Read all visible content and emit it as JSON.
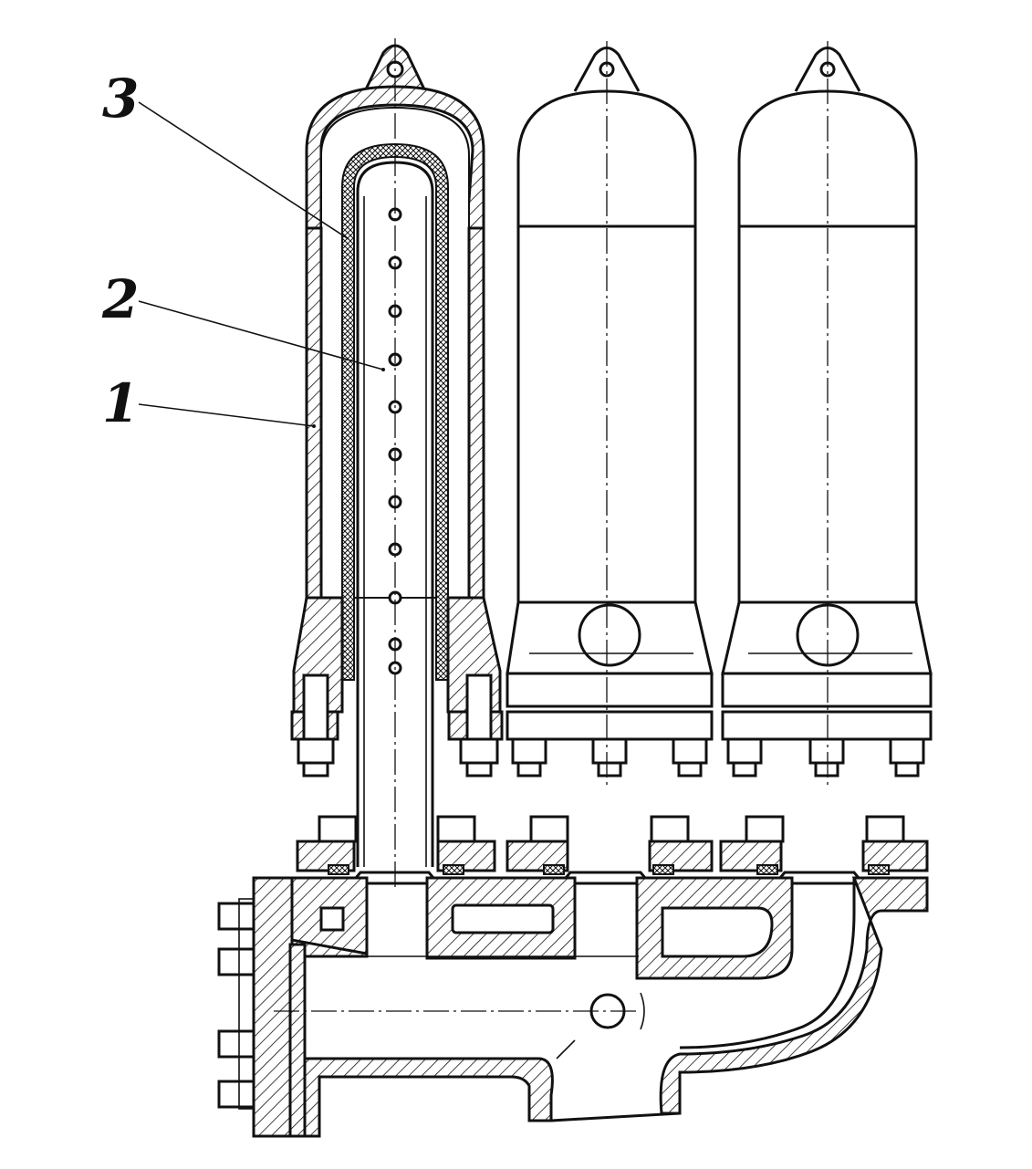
{
  "diagram": {
    "callouts": [
      {
        "id": "3",
        "text": "3"
      },
      {
        "id": "2",
        "text": "2"
      },
      {
        "id": "1",
        "text": "1"
      }
    ]
  }
}
